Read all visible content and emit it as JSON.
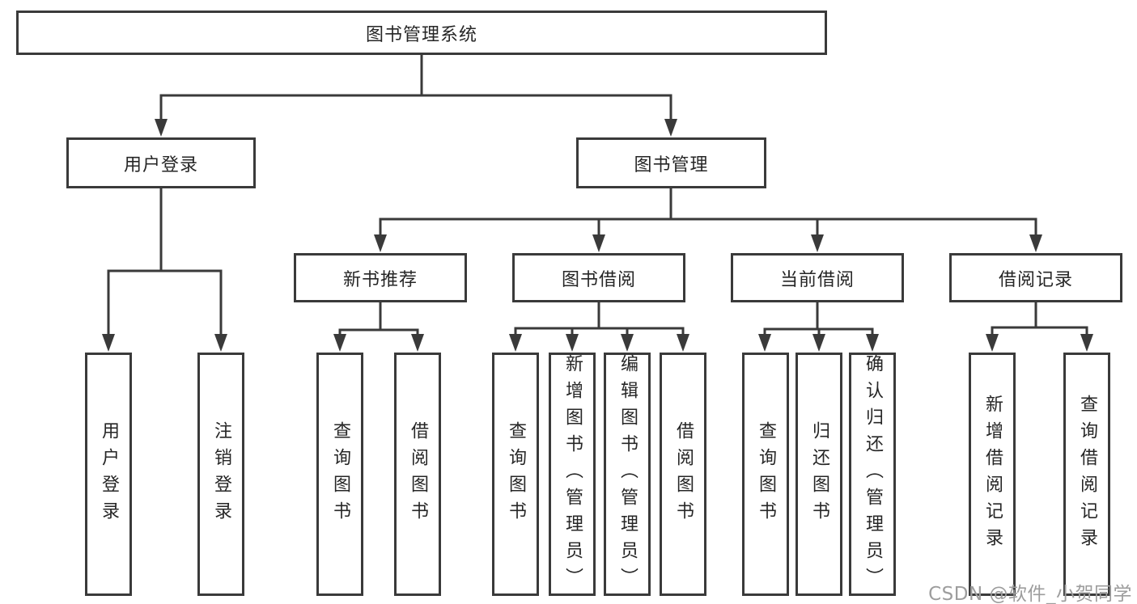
{
  "diagram": {
    "root": "图书管理系统",
    "level2": [
      "用户登录",
      "图书管理"
    ],
    "level3": [
      "新书推荐",
      "图书借阅",
      "当前借阅",
      "借阅记录"
    ],
    "leaves": {
      "user_login": [
        "用户登录",
        "注销登录"
      ],
      "new_book_recommend": [
        "查询图书",
        "借阅图书"
      ],
      "book_borrow": [
        "查询图书",
        "新增图书（管理员）",
        "编辑图书（管理员）",
        "借阅图书"
      ],
      "current_borrow": [
        "查询图书",
        "归还图书",
        "确认归还（管理员）"
      ],
      "borrow_records": [
        "新增借阅记录",
        "查询借阅记录"
      ]
    }
  },
  "watermark": "CSDN @软件_小贺同学",
  "colors": {
    "line": "#3a3a3a",
    "text": "#262626",
    "background": "#ffffff",
    "watermark": "#9d9d9d"
  }
}
